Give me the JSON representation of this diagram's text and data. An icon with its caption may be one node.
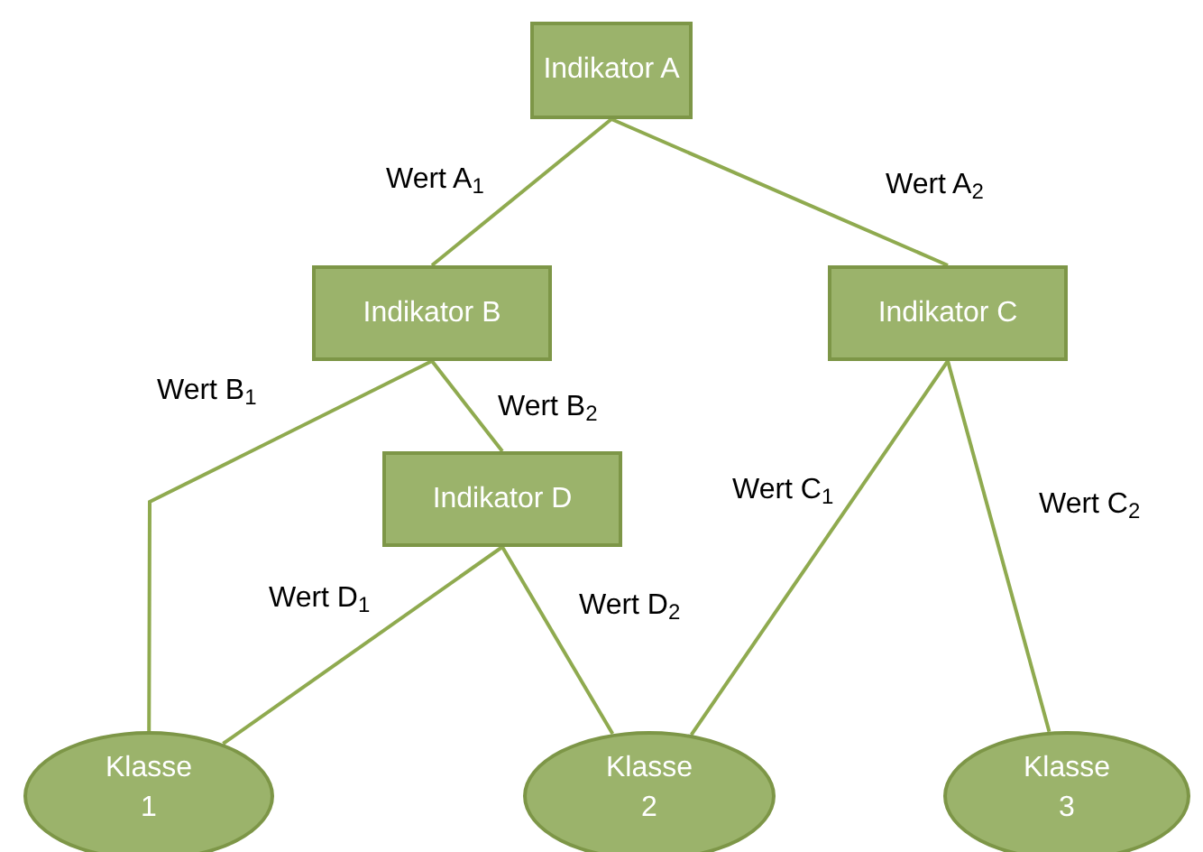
{
  "diagram": {
    "nodes": [
      {
        "text": [
          "Indikator A"
        ]
      },
      {
        "text": [
          "Indikator B"
        ]
      },
      {
        "text": [
          "Indikator C"
        ]
      },
      {
        "text": [
          "Indikator D"
        ]
      },
      {
        "text": [
          "Klasse 1"
        ]
      },
      {
        "text": [
          "Klasse 2"
        ]
      },
      {
        "text": [
          "Klasse 3"
        ]
      }
    ],
    "edges": [
      {
        "from": 0,
        "to": 1,
        "arrow": "none",
        "label": "Wert A$_{1}$"
      },
      {
        "from": 0,
        "to": 2,
        "arrow": "none",
        "label": "Wert A$_{2}$"
      },
      {
        "from": 1,
        "to": 4,
        "arrow": "none",
        "label": "Wert B$_{1}$"
      },
      {
        "from": 1,
        "to": 3,
        "arrow": "none",
        "label": "Wert B$_{2}$"
      },
      {
        "from": 3,
        "to": 4,
        "arrow": "none",
        "label": "Wert D$_{1}$"
      },
      {
        "from": 3,
        "to": 5,
        "arrow": "none",
        "label": "Wert D$_{2}$"
      },
      {
        "from": 2,
        "to": 5,
        "arrow": "none",
        "label": "Wert C$_{1}$"
      },
      {
        "from": 2,
        "to": 6,
        "arrow": "none",
        "label": "Wert C$_{2}$"
      }
    ]
  }
}
